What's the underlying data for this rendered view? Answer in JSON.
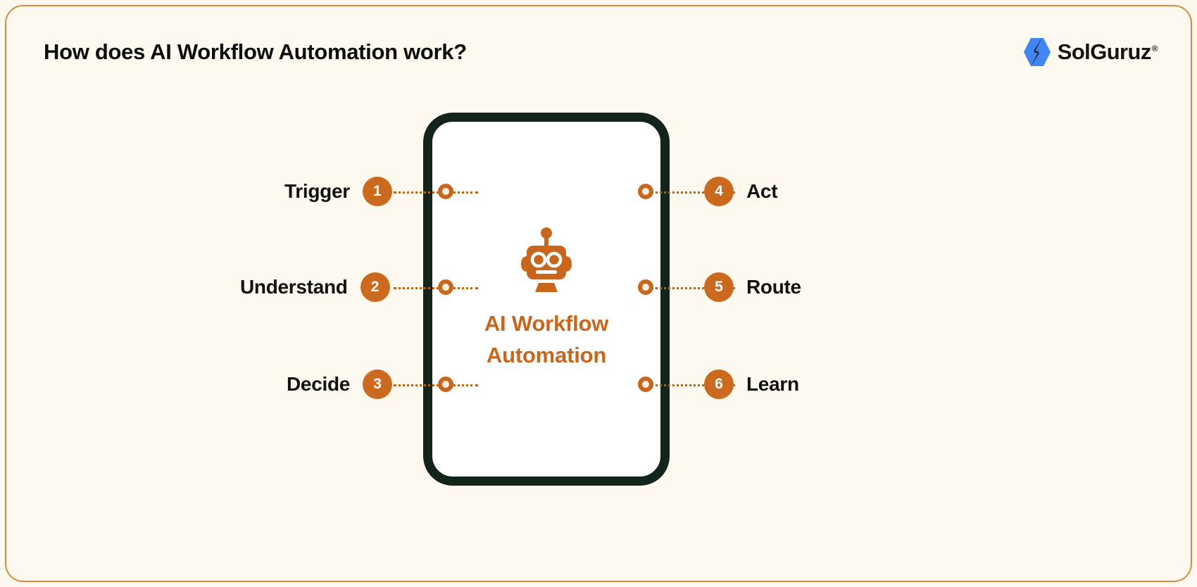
{
  "header": {
    "title": "How does AI Workflow Automation work?",
    "logo": {
      "name": "SolGuruz",
      "registered_mark": "®",
      "mark_icon": "solguruz-hexagon-logo",
      "hex_color": "#4285f4",
      "slash_color": "#14130f"
    }
  },
  "card": {
    "icon": "robot-icon",
    "title_line_1": "AI Workflow",
    "title_line_2": "Automation",
    "border_color": "#13251a",
    "background": "#ffffff",
    "title_color": "#c8661d"
  },
  "theme": {
    "page_background": "#fdf9ee",
    "accent_orange": "#cb6a1e",
    "frame_border": "#d98b3f",
    "connector_color": "#b0671f",
    "text_color": "#111111"
  },
  "nodes": {
    "left": [
      {
        "number": "1",
        "label": "Trigger"
      },
      {
        "number": "2",
        "label": "Understand"
      },
      {
        "number": "3",
        "label": "Decide"
      }
    ],
    "right": [
      {
        "number": "4",
        "label": "Act"
      },
      {
        "number": "5",
        "label": "Route"
      },
      {
        "number": "6",
        "label": "Learn"
      }
    ]
  }
}
